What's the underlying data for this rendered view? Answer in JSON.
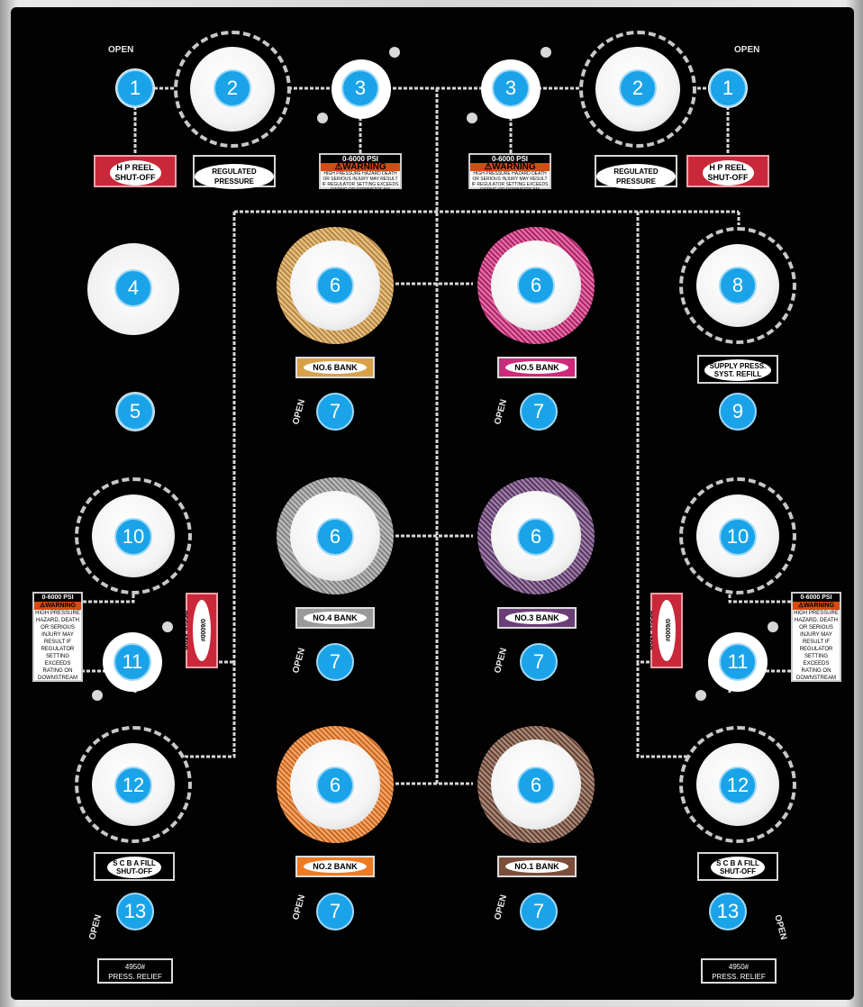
{
  "labels": {
    "open": "OPEN",
    "hp_reel_1": "H P REEL",
    "hp_reel_2": "SHUT-OFF",
    "regulated": "REGULATED PRESSURE",
    "psi": "0-6000 PSI",
    "warning": "⚠WARNING",
    "warn_text_top": "HIGH PRESSURE HAZARD DEATH OR SERIOUS INJURY MAY RESULT IF REGULATOR SETTING EXCEEDS RATING OR DOWNSTREAM EQUIPMENT",
    "warn_text_side": "HIGH PRESSURE HAZARD, DEATH OR SERIOUS INJURY MAY RESULT IF REGULATOR SETTING EXCEEDS RATING ON DOWNSTREAM EQUIPMENT",
    "bank6": "NO.6 BANK",
    "bank5": "NO.5 BANK",
    "bank4": "NO.4 BANK",
    "bank3": "NO.3 BANK",
    "bank2": "NO.2 BANK",
    "bank1": "NO.1 BANK",
    "supply_1": "SUPPLY PRESS.",
    "supply_2": "SYST. REFILL",
    "regulator": "0/6000# REGULATOR",
    "scba_1": "S C B A FILL",
    "scba_2": "SHUT-OFF",
    "relief_1": "4950#",
    "relief_2": "PRESS. RELIEF"
  },
  "badges": {
    "b1": "1",
    "b2": "2",
    "b3": "3",
    "b4": "4",
    "b5": "5",
    "b6": "6",
    "b7": "7",
    "b8": "8",
    "b9": "9",
    "b10": "10",
    "b11": "11",
    "b12": "12",
    "b13": "13"
  },
  "colors": {
    "bank6": "#d9a04a",
    "bank5": "#d0287a",
    "bank4": "#9a9a9a",
    "bank3": "#6a3f78",
    "bank2": "#ee7a22",
    "bank1": "#7a4e3a",
    "badge": "#1aa3e8",
    "shutoff_red": "#c9283a"
  }
}
